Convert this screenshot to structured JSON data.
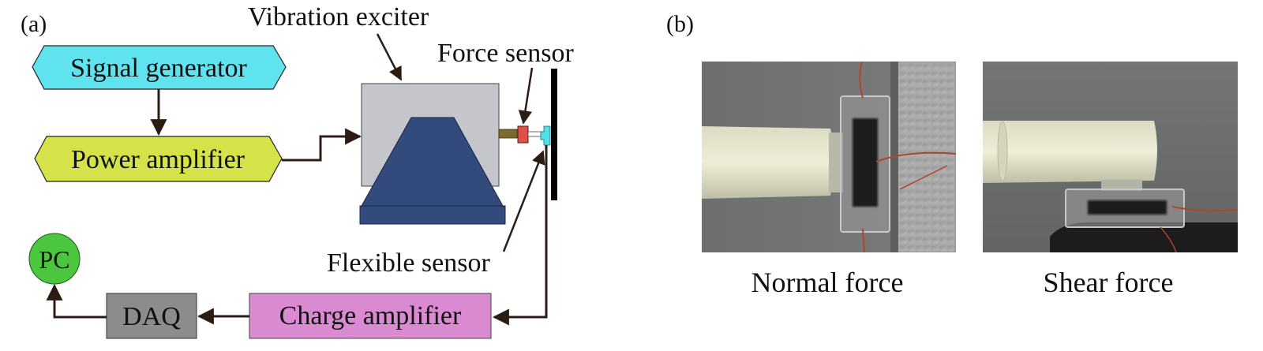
{
  "panel_a": {
    "label": "(a)",
    "blocks": {
      "signal_generator": "Signal generator",
      "power_amplifier": "Power amplifier",
      "charge_amplifier": "Charge amplifier",
      "daq": "DAQ",
      "pc": "PC"
    },
    "annotations": {
      "vibration_exciter": "Vibration exciter",
      "force_sensor": "Force sensor",
      "flexible_sensor": "Flexible sensor"
    },
    "colors": {
      "signal_generator": "#5fe3ef",
      "power_amplifier": "#d6e24a",
      "charge_amplifier": "#d98ad0",
      "daq": "#8c8c8c",
      "pc": "#4cc63e",
      "exciter_body": "#c4c6cb",
      "exciter_base": "#334a7c",
      "force_sensor": "#e0504a",
      "plate": "#000000",
      "wire": "#2b1d14"
    }
  },
  "panel_b": {
    "label": "(b)",
    "captions": {
      "normal": "Normal force",
      "shear": "Shear force"
    }
  }
}
